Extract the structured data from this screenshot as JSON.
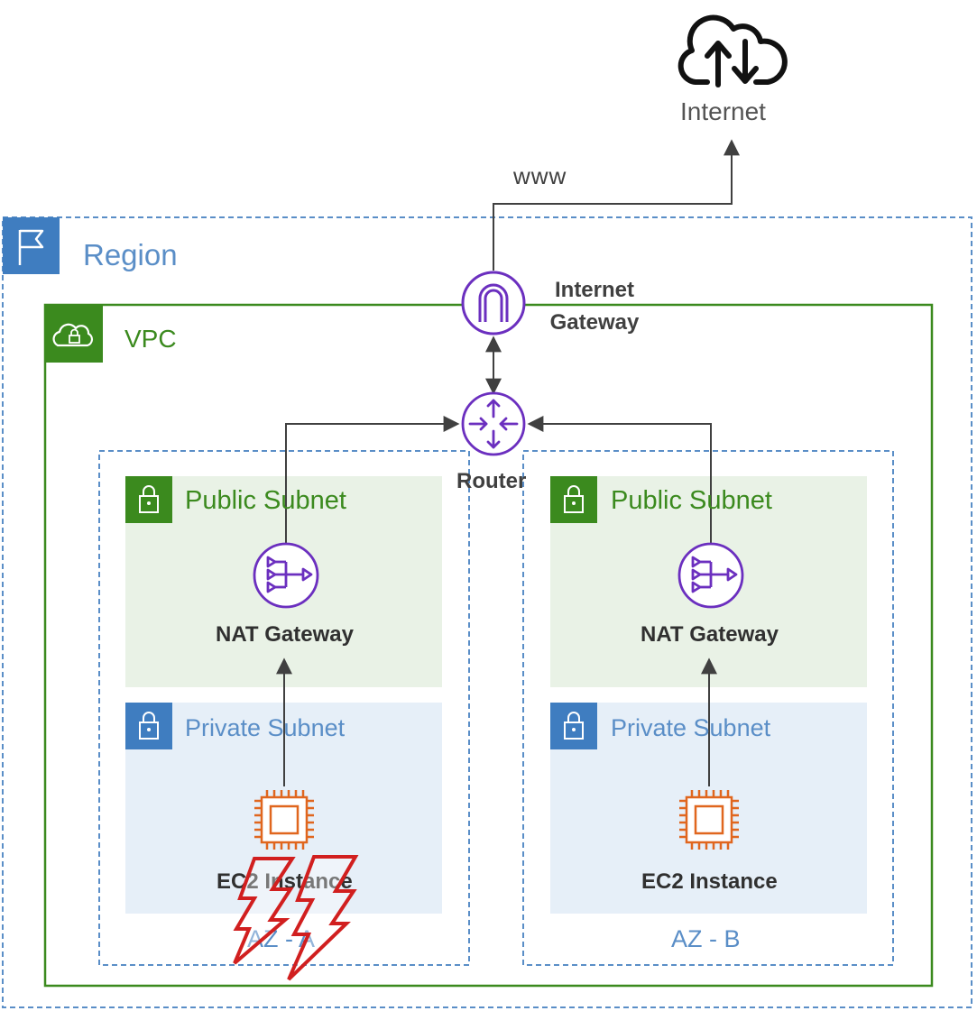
{
  "internet": {
    "label": "Internet"
  },
  "www": {
    "label": "www"
  },
  "region": {
    "label": "Region"
  },
  "vpc": {
    "label": "VPC"
  },
  "internet_gateway": {
    "label_line1": "Internet",
    "label_line2": "Gateway"
  },
  "router": {
    "label": "Router"
  },
  "az_a": {
    "label": "AZ - A",
    "public_subnet": "Public Subnet",
    "private_subnet": "Private Subnet",
    "nat_gateway": "NAT Gateway",
    "ec2": "EC2 Instance",
    "failure": "lightning-failure-icon"
  },
  "az_b": {
    "label": "AZ - B",
    "public_subnet": "Public Subnet",
    "private_subnet": "Private Subnet",
    "nat_gateway": "NAT Gateway",
    "ec2": "EC2 Instance"
  },
  "colors": {
    "region_border": "#5a8ec7",
    "vpc_border": "#3b8a1e",
    "public_subnet_fill": "#e9f2e6",
    "private_subnet_fill": "#e6eff8",
    "purple_icon": "#6b2fbf",
    "ec2_orange": "#e0661e",
    "failure_red": "#d11f1f"
  }
}
